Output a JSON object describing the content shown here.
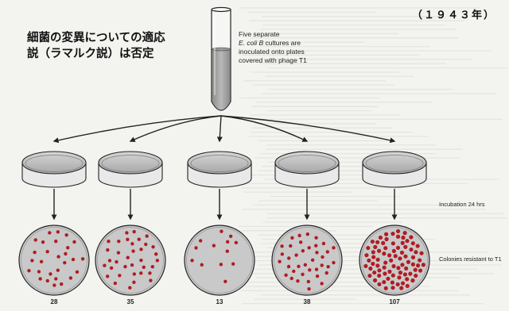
{
  "title_lines": [
    "細菌の変異についての適応",
    "説（ラマルク説）は否定"
  ],
  "year": "（１９４３年）",
  "description": {
    "line1": "Five separate",
    "line2_italic": "E. coli B",
    "line2_rest": " cultures are",
    "line3": "inoculated onto plates",
    "line4": "covered with phage T1"
  },
  "steps": {
    "incubation": "Incubation 24 hrs",
    "colonies": "Colonies resistant to T1"
  },
  "plates": [
    {
      "count": "28",
      "colonies": 28
    },
    {
      "count": "35",
      "colonies": 35
    },
    {
      "count": "13",
      "colonies": 13
    },
    {
      "count": "38",
      "colonies": 38
    },
    {
      "count": "107",
      "colonies": 107
    }
  ],
  "colors": {
    "colony": "#b01c22",
    "plate_fill": "#c9c9c9",
    "line": "#222222"
  }
}
